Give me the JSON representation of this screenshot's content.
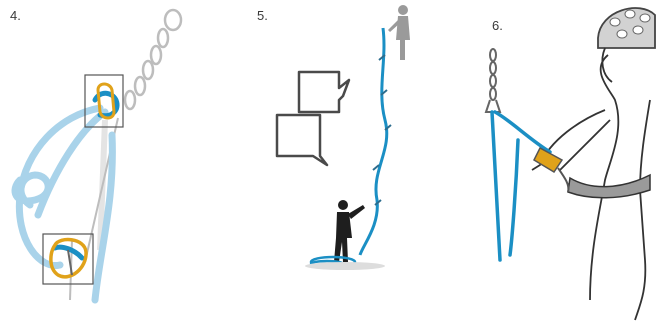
{
  "steps": [
    {
      "number": "4."
    },
    {
      "number": "5."
    },
    {
      "number": "6."
    }
  ],
  "colors": {
    "rope_blue": "#1b8fc4",
    "rope_light_blue": "#a9d3ea",
    "carabiner_gold": "#e0a21a",
    "outline_gray": "#b8b8b8",
    "ink": "#333333"
  },
  "icons": [
    "speech-bubbles-icon",
    "belayer-figure",
    "climber-figure",
    "quickdraw",
    "helmet"
  ]
}
